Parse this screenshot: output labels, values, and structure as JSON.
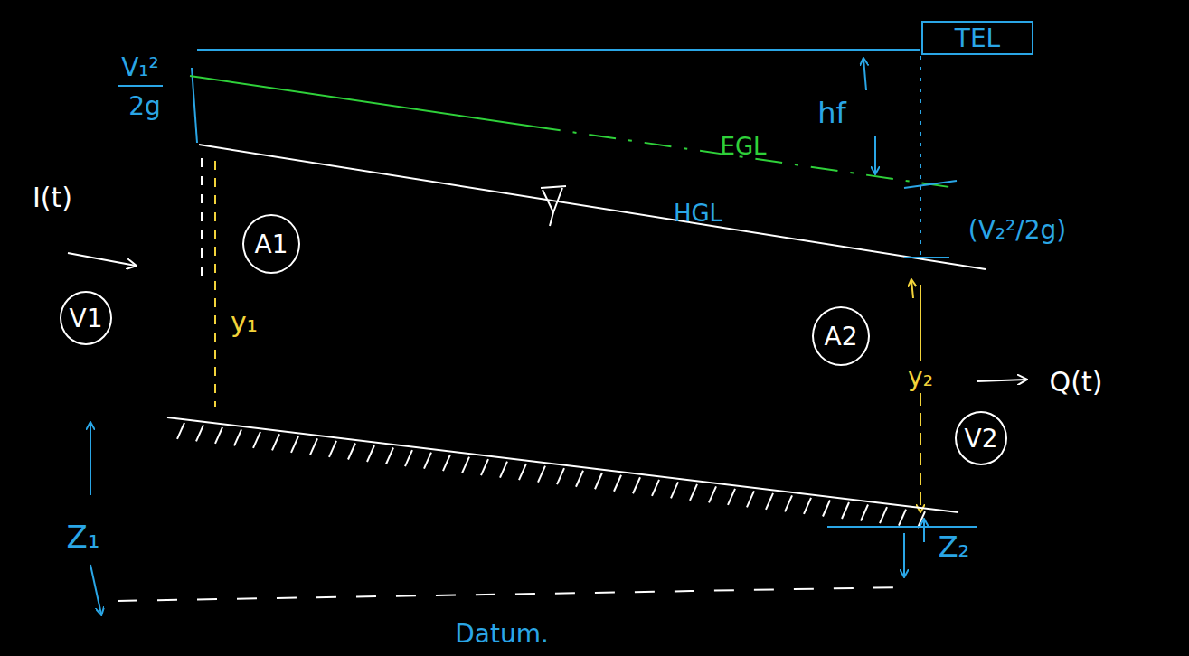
{
  "diagram": {
    "nodes": [
      {
        "text": [
          "TEL"
        ]
      },
      {
        "text": [
          "A1"
        ]
      },
      {
        "text": [
          "V1"
        ]
      },
      {
        "text": [
          "A2"
        ]
      },
      {
        "text": [
          "V2"
        ]
      }
    ],
    "labels": [
      "V₁²",
      "2g",
      "I(t)",
      "y₁",
      "hf",
      "EGL",
      "HGL",
      "(V₂²/2g)",
      "y₂",
      "Q(t)",
      "Z₁",
      "Z₂",
      "Datum."
    ]
  }
}
